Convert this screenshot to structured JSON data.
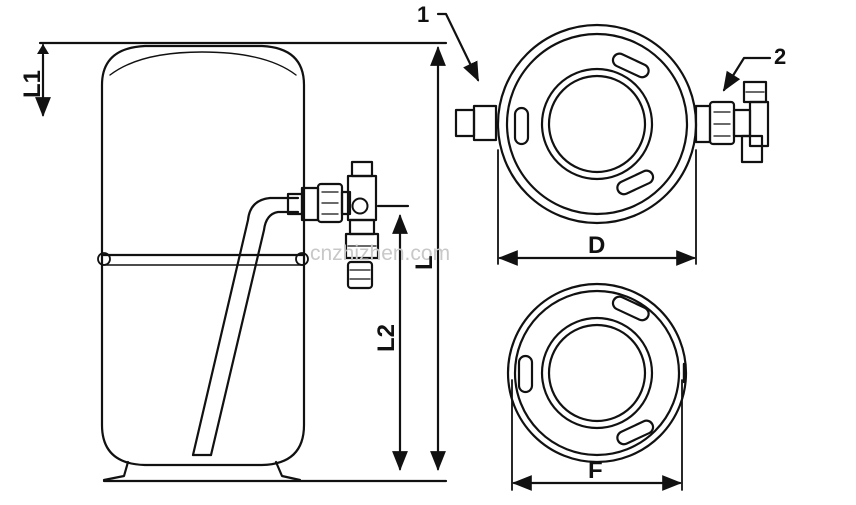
{
  "diagram": {
    "labels": {
      "l1": "L1",
      "l": "L",
      "l2": "L2",
      "d": "D",
      "f": "F",
      "callout_1": "1",
      "callout_2": "2"
    },
    "watermark": "cnzhizhen.com",
    "colors": {
      "stroke": "#111111",
      "background": "#ffffff",
      "watermark": "#c8c8c8"
    }
  }
}
